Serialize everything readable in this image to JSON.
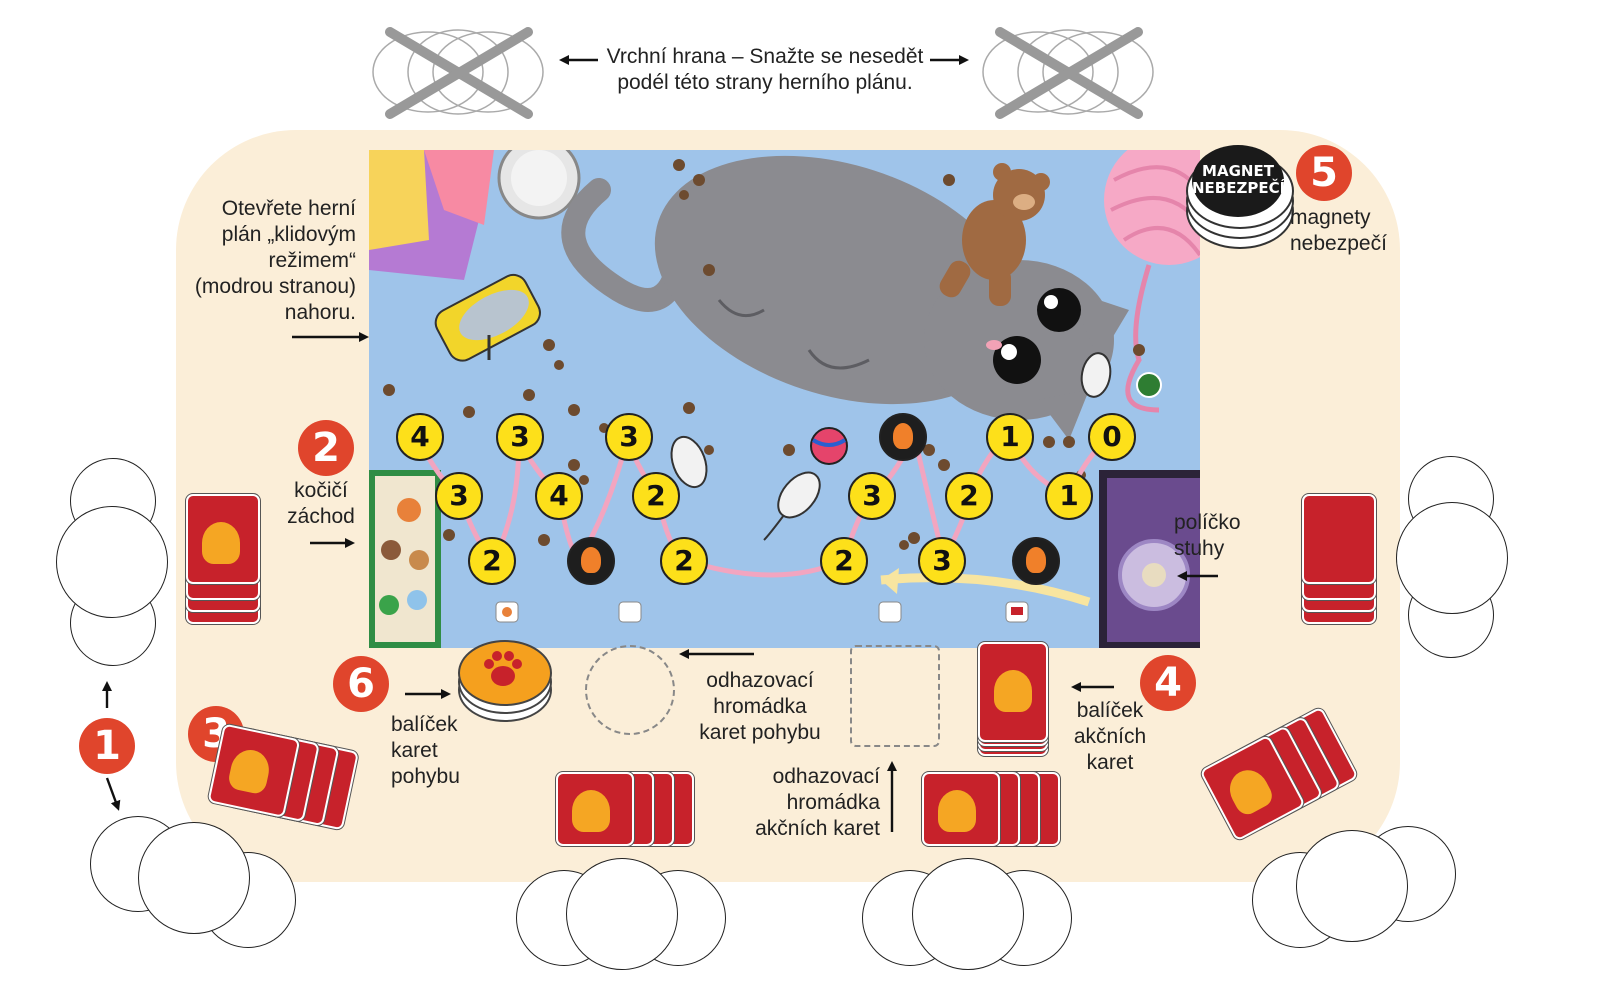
{
  "top_edge": {
    "line1": "Vrchní hrana – Snažte se nesedět",
    "line2": "podél této strany herního plánu."
  },
  "labels": {
    "open_board": [
      "Otevřete herní",
      "plán „klidovým",
      "režimem“",
      "(modrou stranou)",
      "nahoru."
    ],
    "cat_toilet": [
      "kočičí",
      "záchod"
    ],
    "ribbon_space": [
      "políčko",
      "stuhy"
    ],
    "danger_magnets": [
      "magnety",
      "nebezpečí"
    ],
    "movement_deck": [
      "balíček",
      "karet",
      "pohybu"
    ],
    "movement_discard": [
      "odhazovací",
      "hromádka",
      "karet pohybu"
    ],
    "action_discard": [
      "odhazovací",
      "hromádka",
      "akčních karet"
    ],
    "action_deck": [
      "balíček",
      "akčních",
      "karet"
    ]
  },
  "magnet_token": {
    "line1": "MAGNET",
    "line2": "NEBEZPEČÍ"
  },
  "badges": [
    "1",
    "2",
    "3",
    "4",
    "5",
    "6"
  ],
  "track_values": {
    "top": [
      "4",
      "3",
      "3",
      "1",
      "0"
    ],
    "middle": [
      "3",
      "4",
      "2",
      "3",
      "2",
      "1"
    ],
    "bottom": [
      "2",
      "2",
      "2",
      "3"
    ]
  },
  "colors": {
    "table": "#fbeed8",
    "board": "#9fc4ea",
    "badge": "#e0452c",
    "card": "#c7222b",
    "space": "#fde01a"
  },
  "icons": [
    "paw-icon",
    "cat-icon",
    "teddy-bear-icon",
    "mouse-icon",
    "yarn-icon",
    "sardine-can-icon",
    "ribbon-icon"
  ]
}
